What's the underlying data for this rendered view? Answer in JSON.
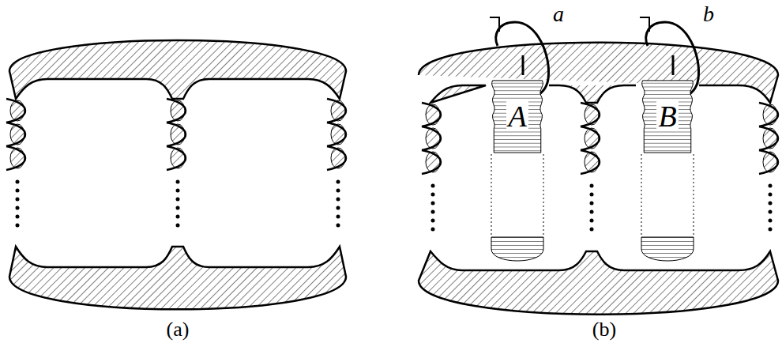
{
  "diagram": {
    "nodes": [
      {
        "text": [
          "A"
        ]
      },
      {
        "text": [
          "B"
        ]
      }
    ],
    "labels": [
      "a",
      "b",
      "(a)",
      "(b)"
    ]
  }
}
